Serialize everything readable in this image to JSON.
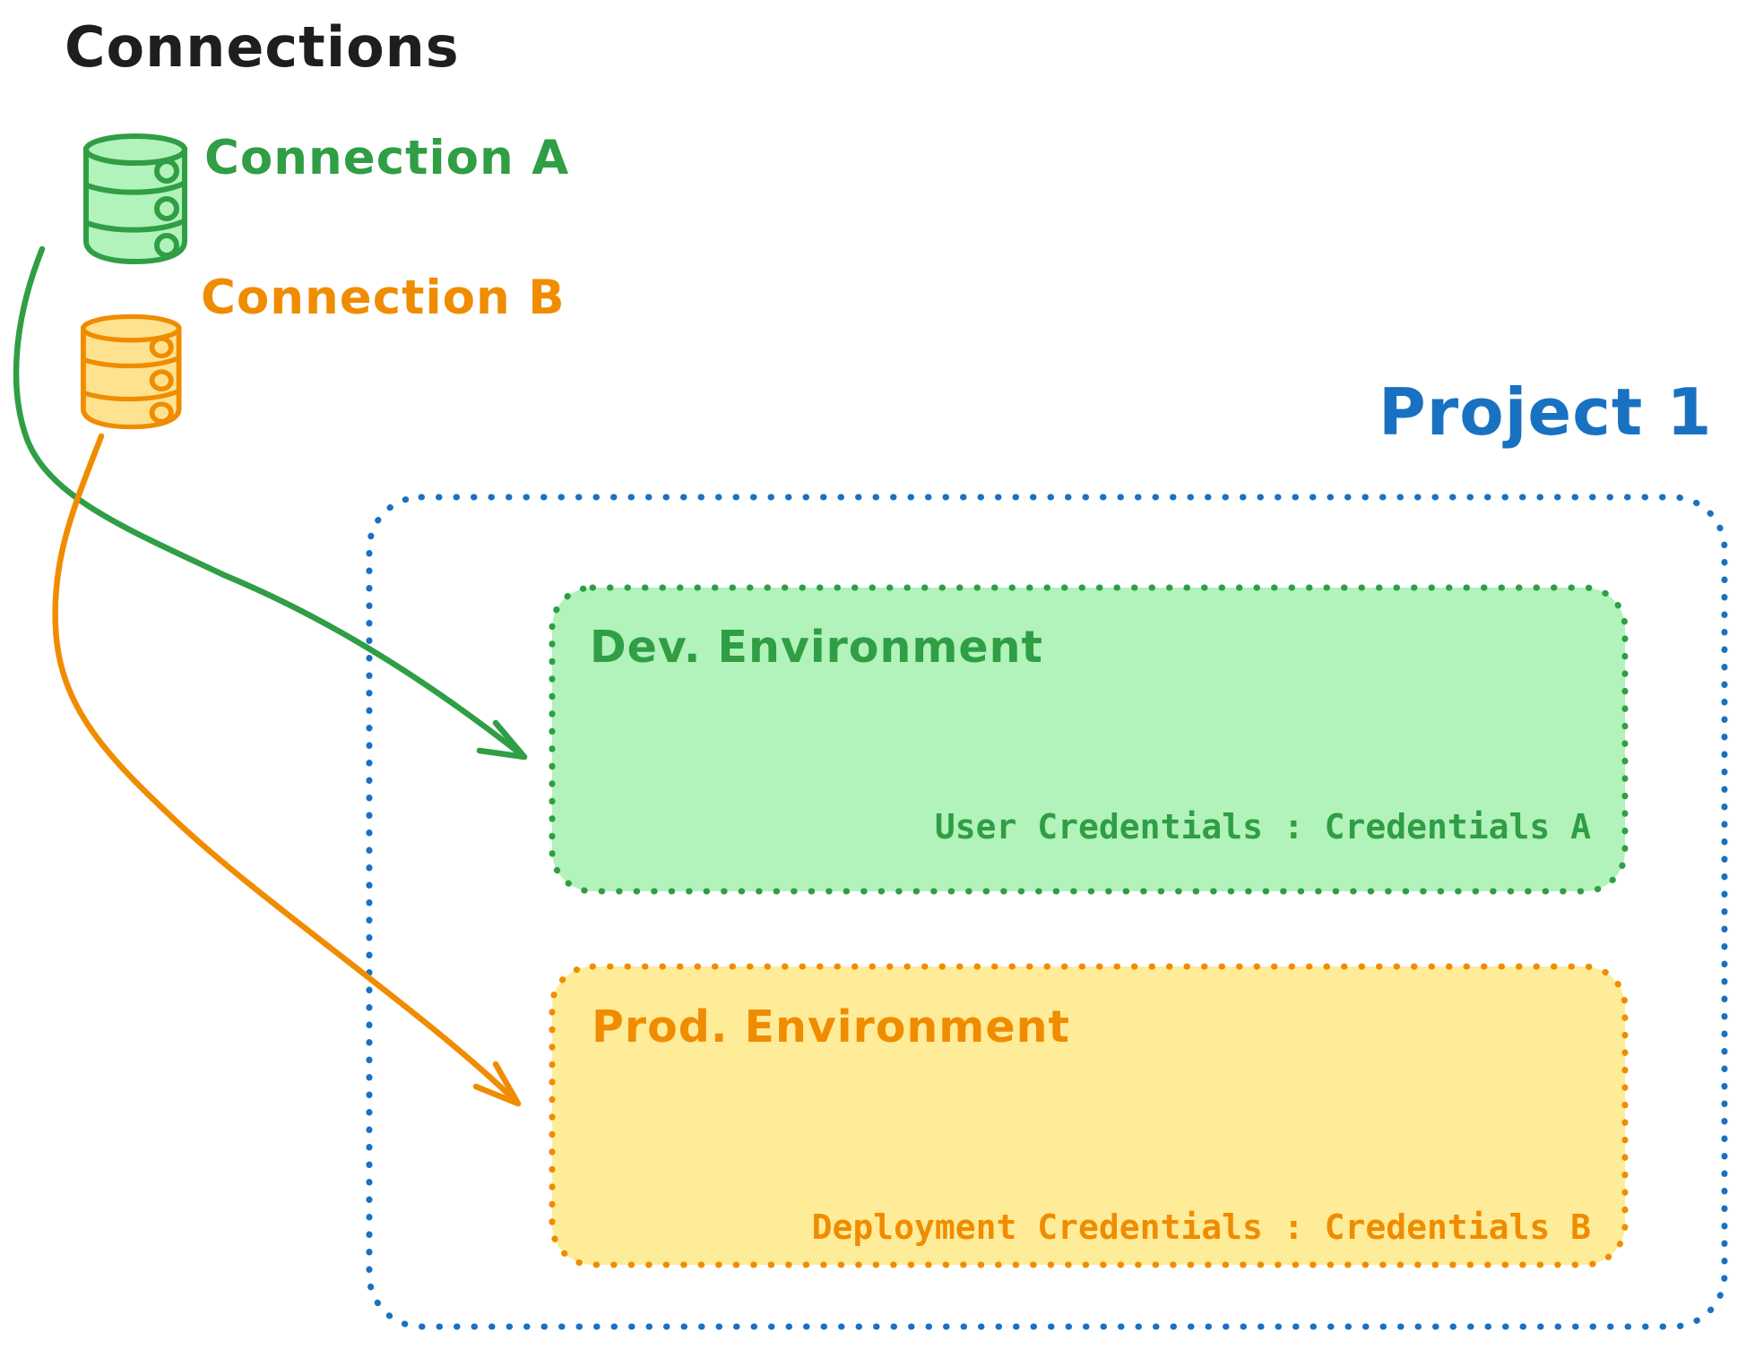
{
  "diagram": {
    "title": "Connections",
    "connections": [
      {
        "label": "Connection A",
        "stroke": "#2f9e44",
        "fill": "#b2f2bb"
      },
      {
        "label": "Connection B",
        "stroke": "#f08c00",
        "fill": "#ffe28f"
      }
    ],
    "project": {
      "label": "Project 1",
      "stroke": "#1971c2"
    },
    "environments": [
      {
        "title": "Dev. Environment",
        "credentials": "User Credentials : Credentials A",
        "stroke": "#2f9e44",
        "fill": "#b2f2bb"
      },
      {
        "title": "Prod. Environment",
        "credentials": "Deployment Credentials : Credentials B",
        "stroke": "#f08c00",
        "fill": "#ffec99"
      }
    ]
  }
}
